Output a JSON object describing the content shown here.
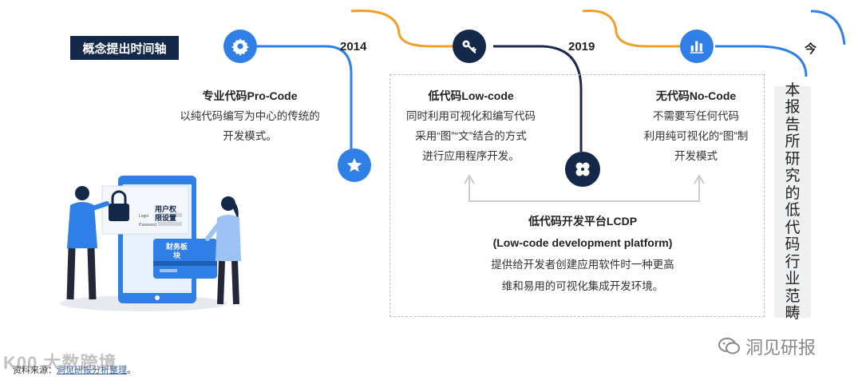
{
  "title": "概念提出时间轴",
  "years": {
    "y2014": "2014",
    "y2019": "2019",
    "now": "今"
  },
  "pro_code": {
    "heading": "专业代码Pro-Code",
    "lines": [
      "以纯代码编写为中心的传统的",
      "开发模式。"
    ]
  },
  "low_code": {
    "heading": "低代码Low-code",
    "lines": [
      "同时利用可视化和编写代码",
      "采用“图”“文”结合的方式",
      "进行应用程序开发。"
    ]
  },
  "no_code": {
    "heading": "无代码No-Code",
    "lines": [
      "不需要写任何代码",
      "利用纯可视化的“图”制",
      "开发模式"
    ]
  },
  "lcdp": {
    "heading": "低代码开发平台LCDP",
    "subheading": "(Low-code development platform)",
    "lines": [
      "提供给开发者创建应用软件时一种更高",
      "维和易用的可视化集成开发环境。"
    ]
  },
  "side_label": [
    "本",
    "报",
    "告",
    "所",
    "研",
    "究",
    "的",
    "低",
    "代",
    "码",
    "行",
    "业",
    "范",
    "畴"
  ],
  "illustration": {
    "user_perm": [
      "用户权",
      "限设置"
    ],
    "login": "Login",
    "password": "Password",
    "finance": [
      "财务板",
      "块"
    ]
  },
  "source": {
    "prefix": "资料来源：",
    "link": "洞见研报分析整理",
    "suffix": "。"
  },
  "watermark": "K00 大数跨境",
  "wechat_brand": "洞见研报",
  "icons": [
    "gear-icon",
    "star-icon",
    "key-icon",
    "clover-icon",
    "bar-chart-icon"
  ],
  "colors": {
    "navy": "#14294a",
    "blue": "#2f7fe6",
    "orange": "#f0a02a",
    "dark": "#1e2a4a"
  }
}
